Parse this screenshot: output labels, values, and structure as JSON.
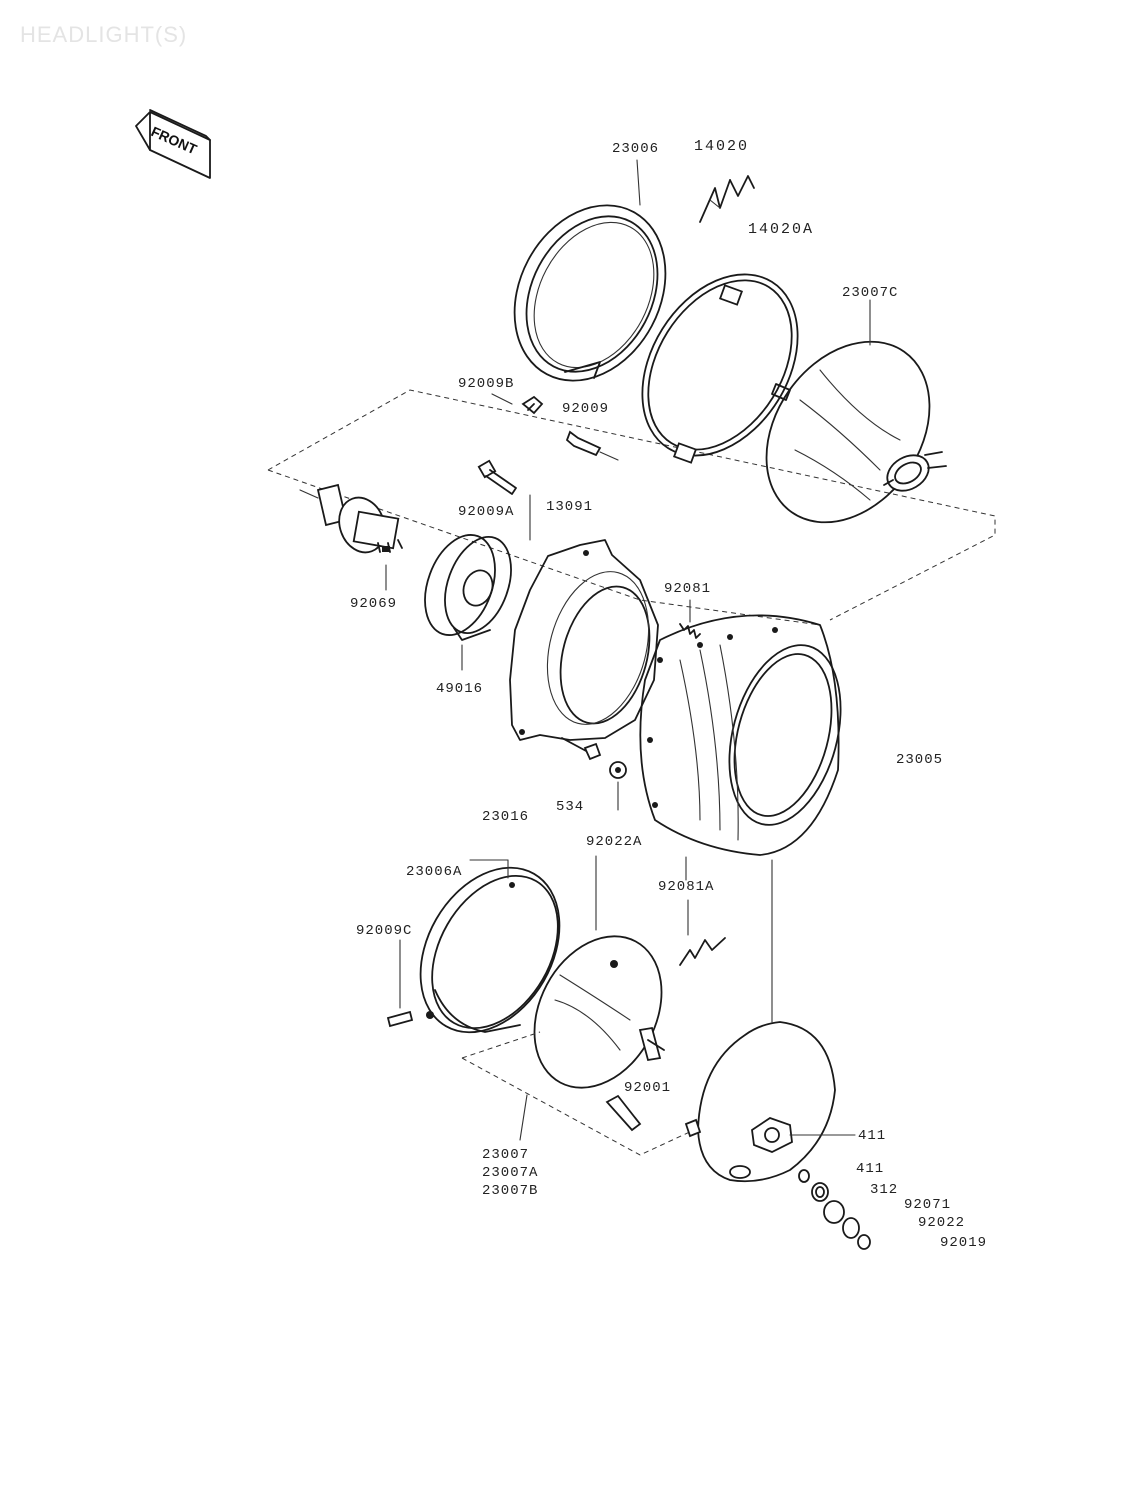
{
  "title": "HEADLIGHT(S)",
  "front_badge": "FRONT",
  "parts": {
    "p23006": "23006",
    "p14020": "14020",
    "p14020A": "14020A",
    "p23007C": "23007C",
    "p92009B": "92009B",
    "p92009": "92009",
    "p92009A": "92009A",
    "p13091": "13091",
    "p92069": "92069",
    "p92081": "92081",
    "p49016": "49016",
    "p23005": "23005",
    "p534": "534",
    "p92022A": "92022A",
    "p23016": "23016",
    "p23006A": "23006A",
    "p92009C": "92009C",
    "p92081A": "92081A",
    "p92001": "92001",
    "p411a": "411",
    "p411b": "411",
    "p312": "312",
    "p92071": "92071",
    "p92022": "92022",
    "p92019": "92019",
    "p23007": "23007",
    "p23007A": "23007A",
    "p23007B": "23007B"
  }
}
